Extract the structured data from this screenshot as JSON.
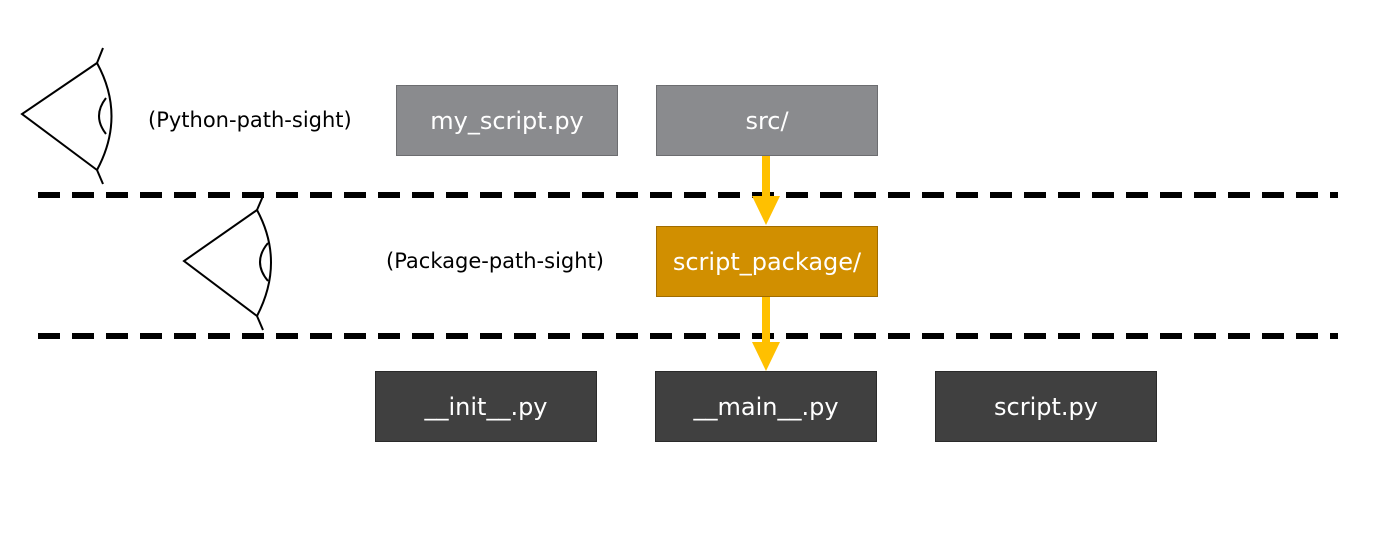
{
  "levels": {
    "python": {
      "caption": "(Python-path-sight)",
      "items": [
        "my_script.py",
        "src/"
      ]
    },
    "package": {
      "caption": "(Package-path-sight)",
      "items": [
        "script_package/"
      ]
    },
    "contents": {
      "items": [
        "__init__.py",
        "__main__.py",
        "script.py"
      ]
    }
  },
  "icons": [
    "eye-icon",
    "eye-icon"
  ],
  "colors": {
    "top_box": "#8a8b8e",
    "package_box": "#d18f00",
    "bottom_box": "#404040",
    "arrow": "#ffc000",
    "divider": "#000000"
  }
}
